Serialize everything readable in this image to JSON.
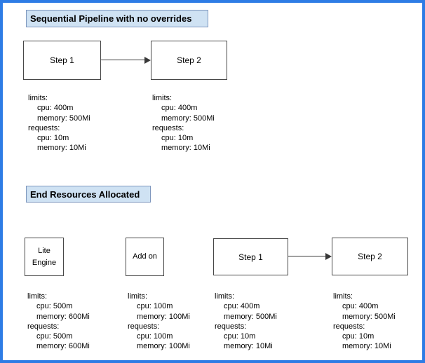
{
  "colors": {
    "outer_border": "#2e7ce5",
    "title_fill": "#cfe2f3",
    "title_stroke": "#7d96bd",
    "node_stroke": "#474747",
    "arrow": "#383838",
    "text": "#000000"
  },
  "diagram": {
    "section1": {
      "title": "Sequential Pipeline with no overrides",
      "step1": {
        "label": "Step 1",
        "res": [
          "limits:",
          "cpu: 400m",
          "memory: 500Mi",
          "requests:",
          "cpu: 10m",
          "memory: 10Mi"
        ]
      },
      "step2": {
        "label": "Step 2",
        "res": [
          "limits:",
          "cpu: 400m",
          "memory: 500Mi",
          "requests:",
          "cpu: 10m",
          "memory: 10Mi"
        ]
      }
    },
    "section2": {
      "title": "End Resources Allocated",
      "lite_engine": {
        "label": "Lite Engine",
        "res": [
          "limits:",
          "cpu: 500m",
          "memory: 600Mi",
          "requests:",
          "cpu: 500m",
          "memory: 600Mi"
        ]
      },
      "add_on": {
        "label": "Add on",
        "res": [
          "limits:",
          "cpu: 100m",
          "memory: 100Mi",
          "requests:",
          "cpu: 100m",
          "memory: 100Mi"
        ]
      },
      "step1": {
        "label": "Step 1",
        "res": [
          "limits:",
          "cpu: 400m",
          "memory: 500Mi",
          "requests:",
          "cpu: 10m",
          "memory: 10Mi"
        ]
      },
      "step2": {
        "label": "Step 2",
        "res": [
          "limits:",
          "cpu: 400m",
          "memory: 500Mi",
          "requests:",
          "cpu: 10m",
          "memory: 10Mi"
        ]
      }
    }
  }
}
